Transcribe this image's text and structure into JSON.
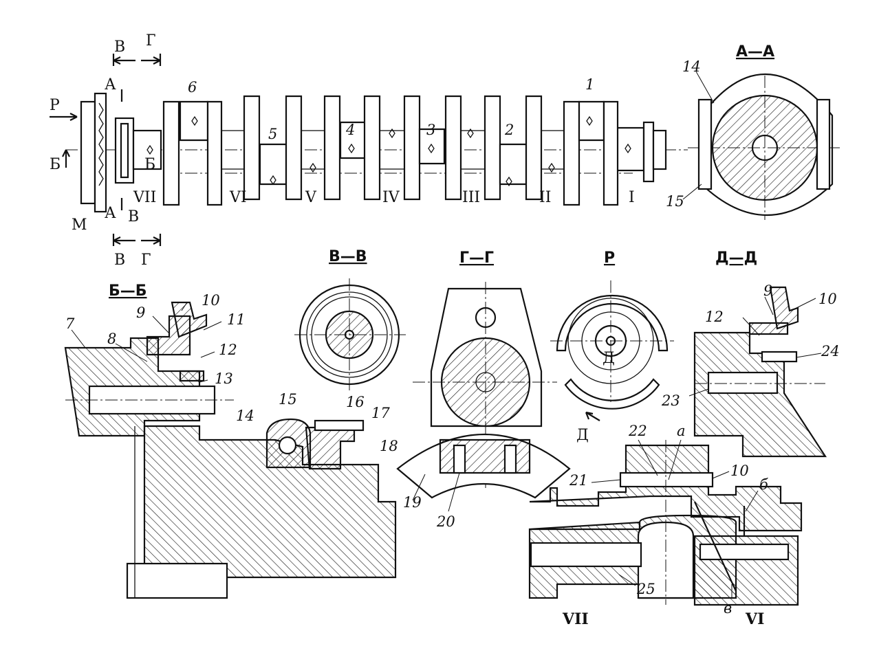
{
  "sections": {
    "aa": "А—А",
    "bb": "Б—Б",
    "vv": "В—В",
    "gg": "Г—Г",
    "p": "Р",
    "dd": "Д—Д"
  },
  "cut_letters": {
    "A": "А",
    "B": "Б",
    "V": "В",
    "G": "Г",
    "P": "Р",
    "M": "М",
    "D": "Д"
  },
  "journals": [
    "VII",
    "VI",
    "V",
    "IV",
    "III",
    "II",
    "I"
  ],
  "cranks": [
    "6",
    "5",
    "4",
    "3",
    "2",
    "1"
  ],
  "bottom_journals": [
    "VII",
    "VI"
  ],
  "callouts": [
    "7",
    "8",
    "9",
    "10",
    "11",
    "12",
    "13",
    "14",
    "15",
    "16",
    "17",
    "18",
    "19",
    "20",
    "21",
    "22",
    "23",
    "24",
    "25"
  ],
  "channel_letters": [
    "а",
    "б",
    "в"
  ]
}
